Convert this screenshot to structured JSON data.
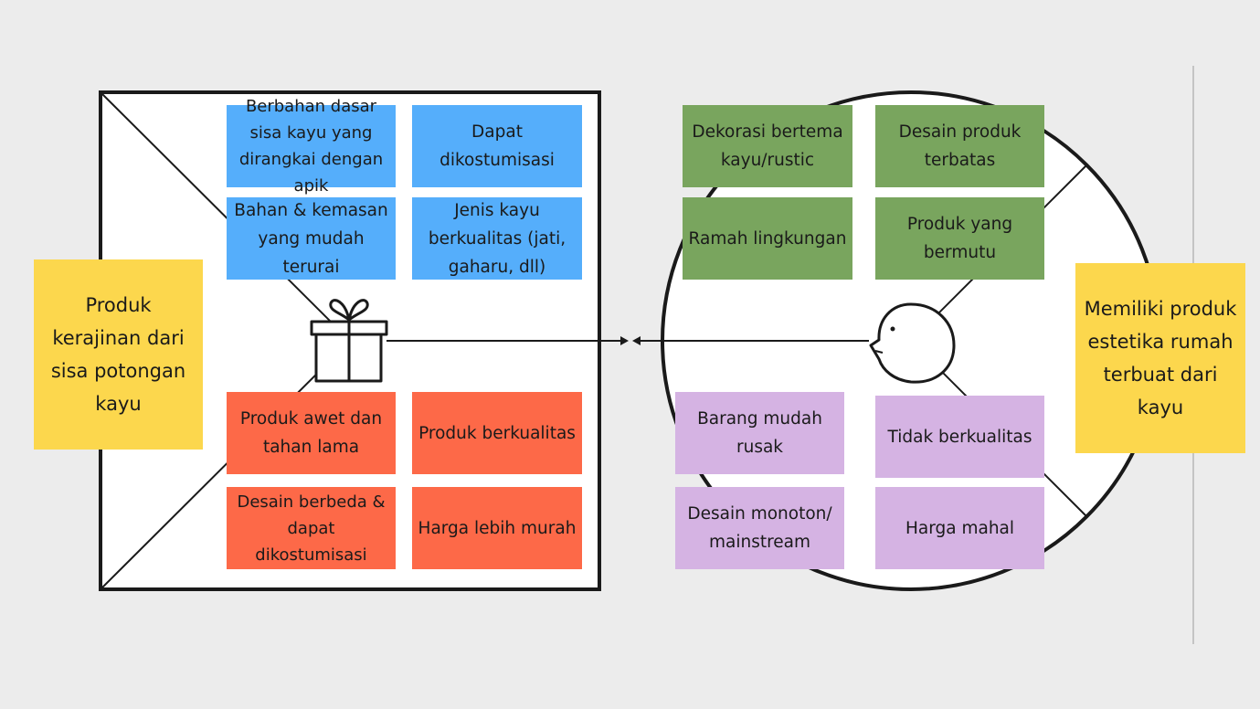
{
  "colors": {
    "background": "#ececec",
    "gain_creators": "#55aefb",
    "pain_relievers": "#fd6948",
    "gains": "#79a55e",
    "pains": "#d5b3e3",
    "summary_notes": "#fcd74d"
  },
  "value_map": {
    "icon": "gift-icon",
    "product_note": "Produk kerajinan dari sisa potongan kayu",
    "gain_creators": [
      "Berbahan dasar sisa kayu yang dirangkai dengan apik",
      "Dapat dikostumisasi",
      "Bahan & kemasan yang mudah terurai",
      "Jenis kayu berkualitas (jati, gaharu, dll)"
    ],
    "pain_relievers": [
      "Produk awet dan tahan lama",
      "Produk berkualitas",
      "Desain berbeda & dapat dikostumisasi",
      "Harga lebih murah"
    ]
  },
  "customer_profile": {
    "icon": "customer-face-icon",
    "job_note": "Memiliki produk estetika rumah terbuat dari kayu",
    "gains": [
      "Dekorasi bertema kayu/rustic",
      "Desain produk terbatas",
      "Ramah lingkungan",
      "Produk yang bermutu"
    ],
    "pains": [
      "Barang mudah rusak",
      "Tidak berkualitas",
      "Desain monoton/ mainstream",
      "Harga mahal"
    ]
  }
}
